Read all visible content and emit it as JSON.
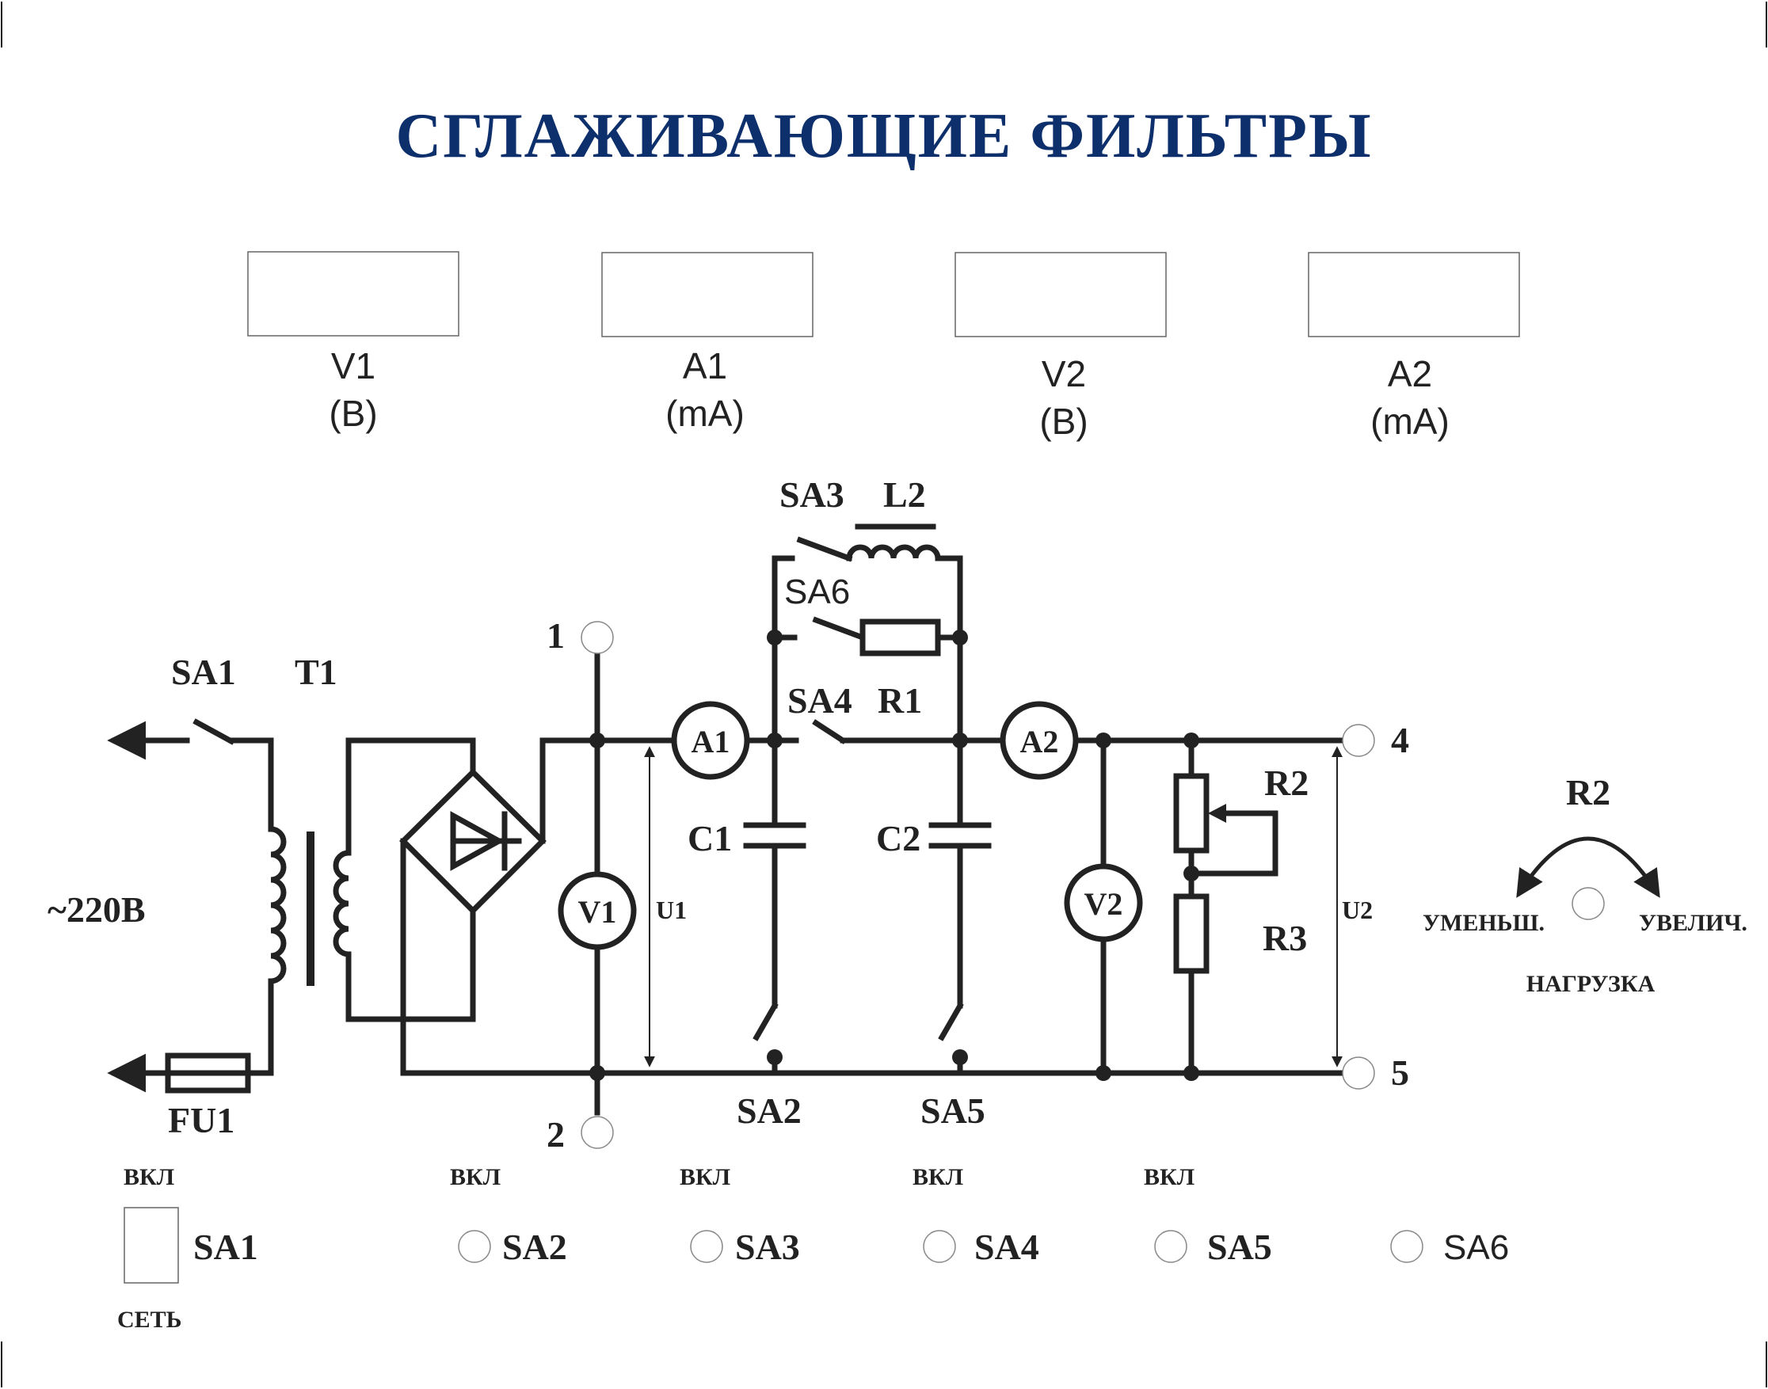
{
  "title": "СГЛАЖИВАЮЩИЕ ФИЛЬТРЫ",
  "colors": {
    "title": "#0d2f6b",
    "line": "#222222",
    "background": "#ffffff"
  },
  "meters": [
    {
      "name": "V1",
      "unit": "(В)"
    },
    {
      "name": "A1",
      "unit": "(mA)"
    },
    {
      "name": "V2",
      "unit": "(В)"
    },
    {
      "name": "A2",
      "unit": "(mA)"
    }
  ],
  "schematic": {
    "sa1": "SA1",
    "t1": "T1",
    "mains": "~220В",
    "fu1": "FU1",
    "a1": "A1",
    "a2": "A2",
    "v1": "V1",
    "v2": "V2",
    "sa3": "SA3",
    "l2": "L2",
    "sa6": "SA6",
    "sa4": "SA4",
    "r1": "R1",
    "c1": "C1",
    "c2": "C2",
    "sa2": "SA2",
    "sa5": "SA5",
    "r2": "R2",
    "r3": "R3",
    "u1": "U1",
    "u2": "U2",
    "t1_node": "1",
    "t2_node": "2",
    "t4_node": "4",
    "t5_node": "5"
  },
  "load_control": {
    "name": "R2",
    "decrease": "УМЕНЬШ.",
    "increase": "УВЕЛИЧ.",
    "label": "НАГРУЗКА"
  },
  "controls": {
    "on_label": "ВКЛ",
    "mains_label": "СЕТЬ",
    "switches": [
      "SA1",
      "SA2",
      "SA3",
      "SA4",
      "SA5",
      "SA6"
    ]
  }
}
